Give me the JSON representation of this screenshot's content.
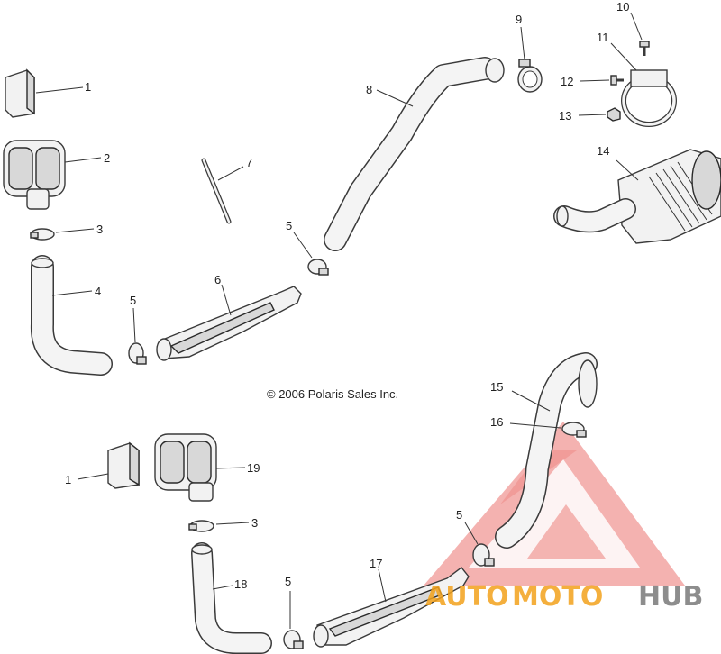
{
  "copyright": "© 2006 Polaris Sales Inc.",
  "watermark": {
    "part1": "AUTO",
    "part2": "MOTO",
    "part3": "HUB",
    "color_orange": "#f3a21c",
    "color_gray": "#7a7a7a",
    "logo_color": "#e4463f"
  },
  "callouts": {
    "c1_top": "1",
    "c2": "2",
    "c3_top": "3",
    "c4": "4",
    "c5_a": "5",
    "c6": "6",
    "c7": "7",
    "c5_b": "5",
    "c8": "8",
    "c9": "9",
    "c10": "10",
    "c11": "11",
    "c12": "12",
    "c13": "13",
    "c14": "14",
    "c15": "15",
    "c16": "16",
    "c5_c": "5",
    "c1_bottom": "1",
    "c19": "19",
    "c3_bottom": "3",
    "c18": "18",
    "c5_d": "5",
    "c17": "17"
  }
}
